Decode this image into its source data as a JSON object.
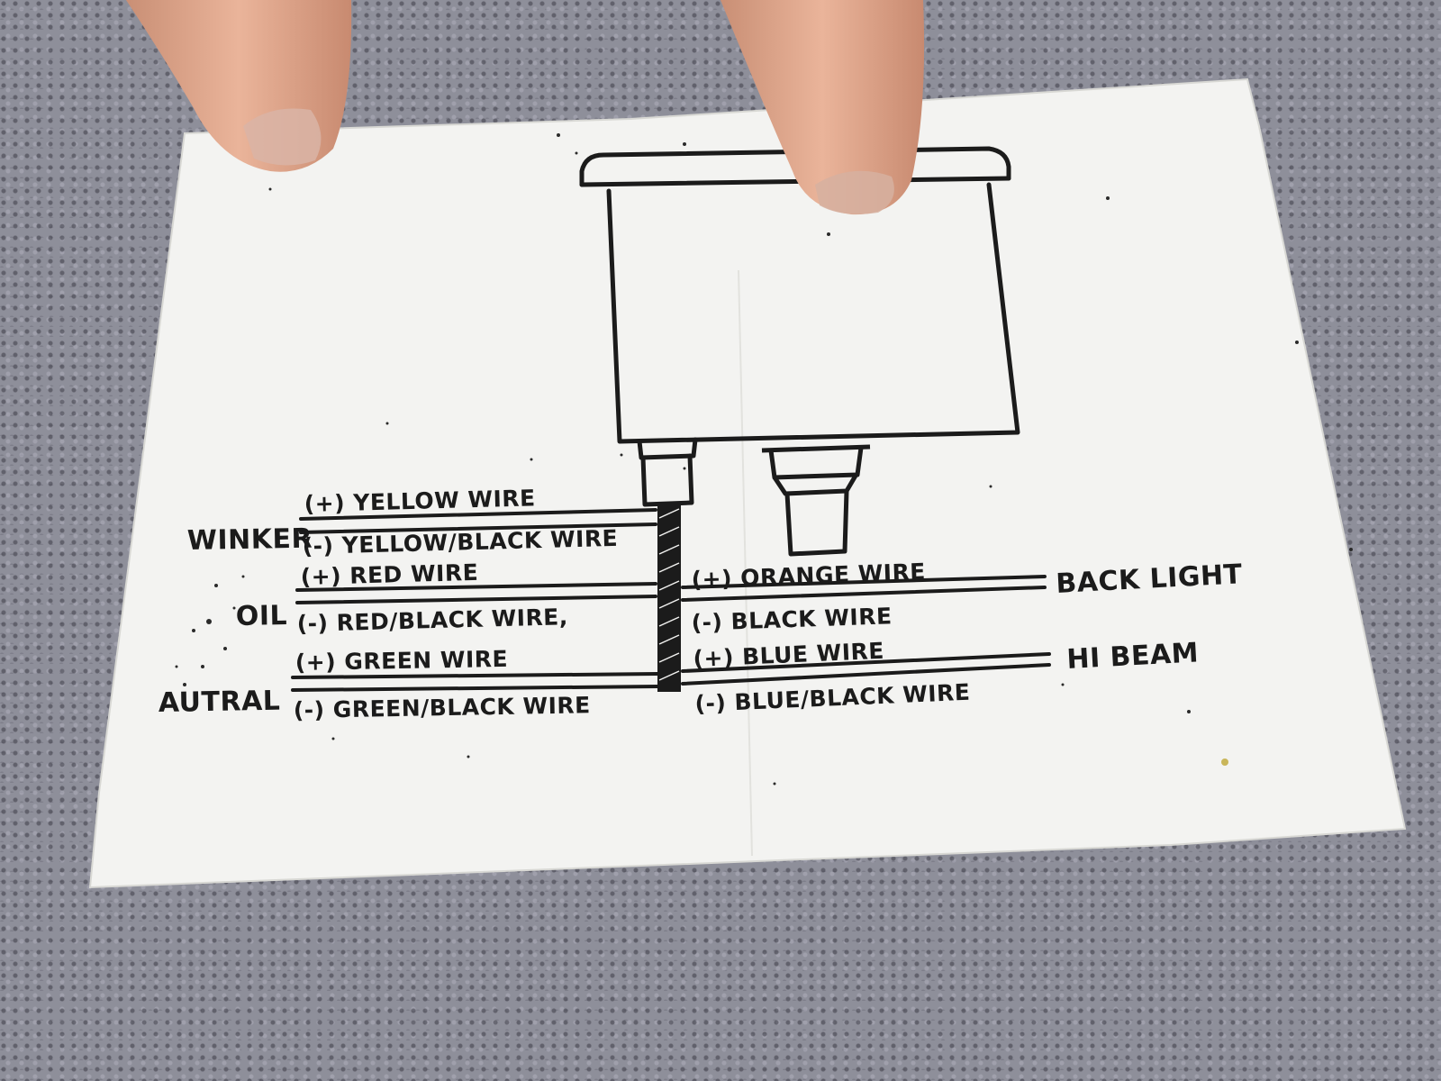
{
  "diagram": {
    "groups": [
      {
        "key": "winker",
        "label": "WINKER",
        "side": "left",
        "wires": [
          "(+) YELLOW WIRE",
          "(-) YELLOW/BLACK WIRE"
        ]
      },
      {
        "key": "oil",
        "label": "OIL",
        "side": "left",
        "wires": [
          "(+) RED WIRE",
          "(-) RED/BLACK WIRE,"
        ]
      },
      {
        "key": "neutral",
        "label": "AUTRAL",
        "side": "left",
        "wires": [
          "(+) GREEN WIRE",
          "(-) GREEN/BLACK WIRE"
        ]
      },
      {
        "key": "backlight",
        "label": "BACK LIGHT",
        "side": "right",
        "wires": [
          "(+) ORANGE WIRE",
          "(-) BLACK WIRE"
        ]
      },
      {
        "key": "hibeam",
        "label": "HI BEAM",
        "side": "right",
        "wires": [
          "(+) BLUE WIRE",
          "(-) BLUE/BLACK WIRE"
        ]
      }
    ]
  },
  "colors": {
    "paper": "#f3f3f1",
    "ink": "#1b1b1b",
    "carpet": "#8e8f9a",
    "skin": "#e0a98e"
  },
  "icons": [
    "gauge-housing-drawing",
    "bulb-socket-drawing",
    "wire-bundle-drawing",
    "finger-left",
    "finger-right"
  ]
}
